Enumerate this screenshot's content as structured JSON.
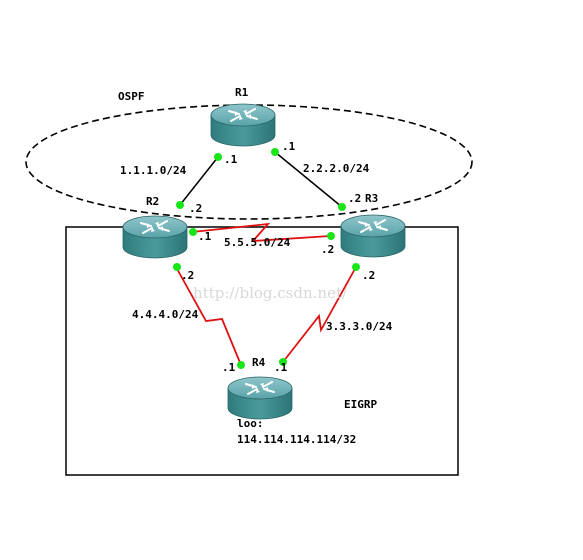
{
  "areas": {
    "ospf": "OSPF",
    "eigrp": "EIGRP"
  },
  "routers": {
    "r1": "R1",
    "r2": "R2",
    "r3": "R3",
    "r4": "R4"
  },
  "networks": {
    "r1_r2": "1.1.1.0/24",
    "r1_r3": "2.2.2.0/24",
    "r2_r3": "5.5.5.0/24",
    "r2_r4": "4.4.4.0/24",
    "r3_r4": "3.3.3.0/24"
  },
  "interfaces": {
    "r1_to_r2": ".1",
    "r1_to_r3": ".1",
    "r2_to_r1": ".2",
    "r3_to_r1": ".2",
    "r2_to_r3": ".1",
    "r3_to_r2": ".2",
    "r2_to_r4": ".2",
    "r3_to_r4": ".2",
    "r4_to_r2": ".1",
    "r4_to_r3": ".1"
  },
  "loopback": {
    "label": "loo:",
    "address": "114.114.114.114/32"
  },
  "watermark": "http://blog.csdn.net/",
  "colors": {
    "router_body": "#3f8f8f",
    "router_top": "#6fb3b8",
    "serial_link": "#e01010",
    "ethernet_link": "#000000",
    "port_dot": "#19e619"
  }
}
